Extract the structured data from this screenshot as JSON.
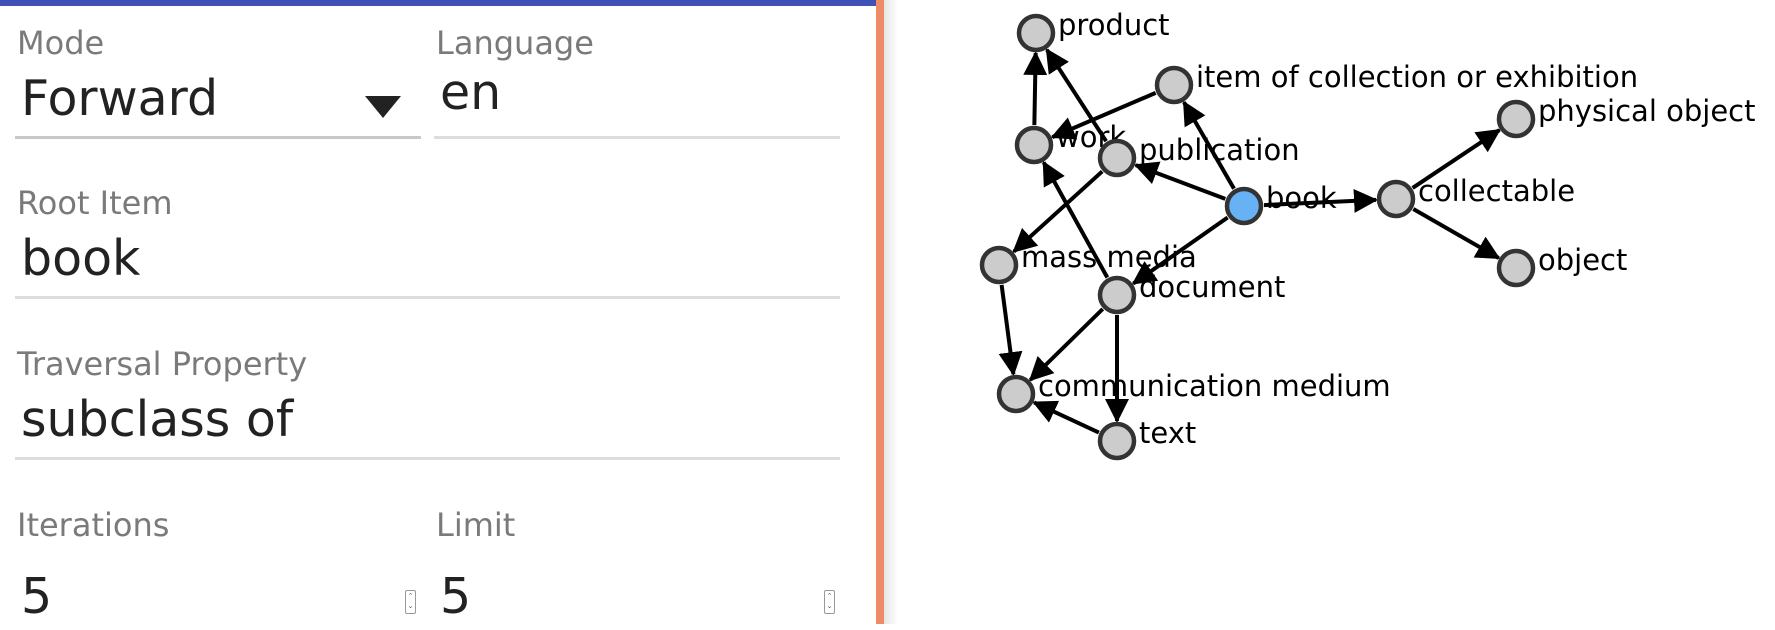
{
  "form": {
    "mode": {
      "label": "Mode",
      "value": "Forward"
    },
    "language": {
      "label": "Language",
      "value": "en"
    },
    "root_item": {
      "label": "Root Item",
      "value": "book"
    },
    "traversal_property": {
      "label": "Traversal Property",
      "value": "subclass of"
    },
    "iterations": {
      "label": "Iterations",
      "value": "5"
    },
    "limit": {
      "label": "Limit",
      "value": "5"
    }
  },
  "colors": {
    "header_bar": "#3f51b5",
    "divider": "#ee8a65",
    "root_node": "#66b2f5",
    "node": "#cccccc"
  },
  "graph": {
    "root": "book",
    "nodes": [
      {
        "id": "product",
        "label": "product"
      },
      {
        "id": "item",
        "label": "item of collection or exhibition"
      },
      {
        "id": "work",
        "label": "work"
      },
      {
        "id": "publication",
        "label": "publication"
      },
      {
        "id": "book",
        "label": "book"
      },
      {
        "id": "collectable",
        "label": "collectable"
      },
      {
        "id": "physical",
        "label": "physical object"
      },
      {
        "id": "object",
        "label": "object"
      },
      {
        "id": "mass",
        "label": "mass media"
      },
      {
        "id": "document",
        "label": "document"
      },
      {
        "id": "comm",
        "label": "communication medium"
      },
      {
        "id": "text",
        "label": "text"
      }
    ],
    "edges": [
      {
        "from": "book",
        "to": "publication"
      },
      {
        "from": "book",
        "to": "item"
      },
      {
        "from": "book",
        "to": "collectable"
      },
      {
        "from": "book",
        "to": "document"
      },
      {
        "from": "collectable",
        "to": "physical"
      },
      {
        "from": "collectable",
        "to": "object"
      },
      {
        "from": "item",
        "to": "work"
      },
      {
        "from": "work",
        "to": "product"
      },
      {
        "from": "publication",
        "to": "product"
      },
      {
        "from": "publication",
        "to": "mass"
      },
      {
        "from": "document",
        "to": "work"
      },
      {
        "from": "document",
        "to": "comm"
      },
      {
        "from": "document",
        "to": "text"
      },
      {
        "from": "mass",
        "to": "comm"
      },
      {
        "from": "text",
        "to": "comm"
      }
    ]
  }
}
